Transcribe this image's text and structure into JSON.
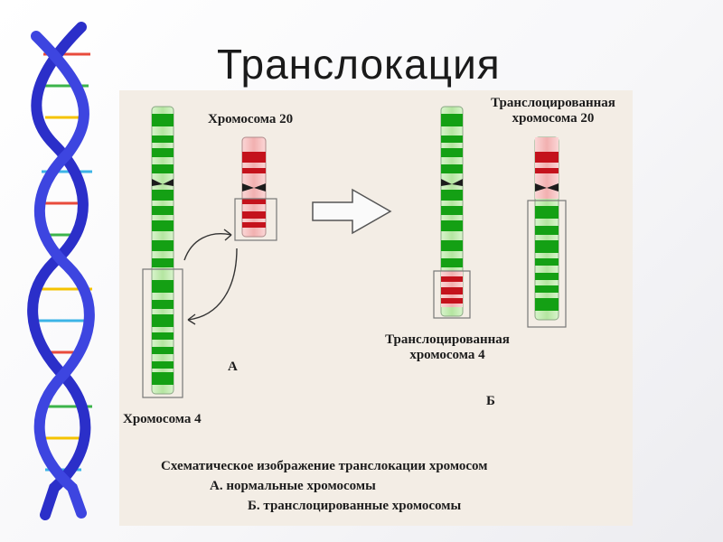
{
  "slide": {
    "title": "Транслокация"
  },
  "diagram": {
    "labels": {
      "chrom20": "Хромосома 20",
      "chrom4": "Хромосома 4",
      "trans20_line1": "Транслоцированная",
      "trans20_line2": "хромосома 20",
      "trans4_line1": "Транслоцированная",
      "trans4_line2": "хромосома 4",
      "part_a": "А",
      "part_b": "Б"
    },
    "caption": {
      "line1": "Схематическое изображение транслокации хромосом",
      "line2": "А. нормальные хромосомы",
      "line3": "Б. транслоцированные хромосомы"
    },
    "colors": {
      "green_band": "#14a014",
      "light_green": "#b9e8a6",
      "red_band": "#c4121c",
      "light_red": "#f4b9b9",
      "panel": "#f3ede5",
      "helix": "#2b2fc9"
    }
  }
}
